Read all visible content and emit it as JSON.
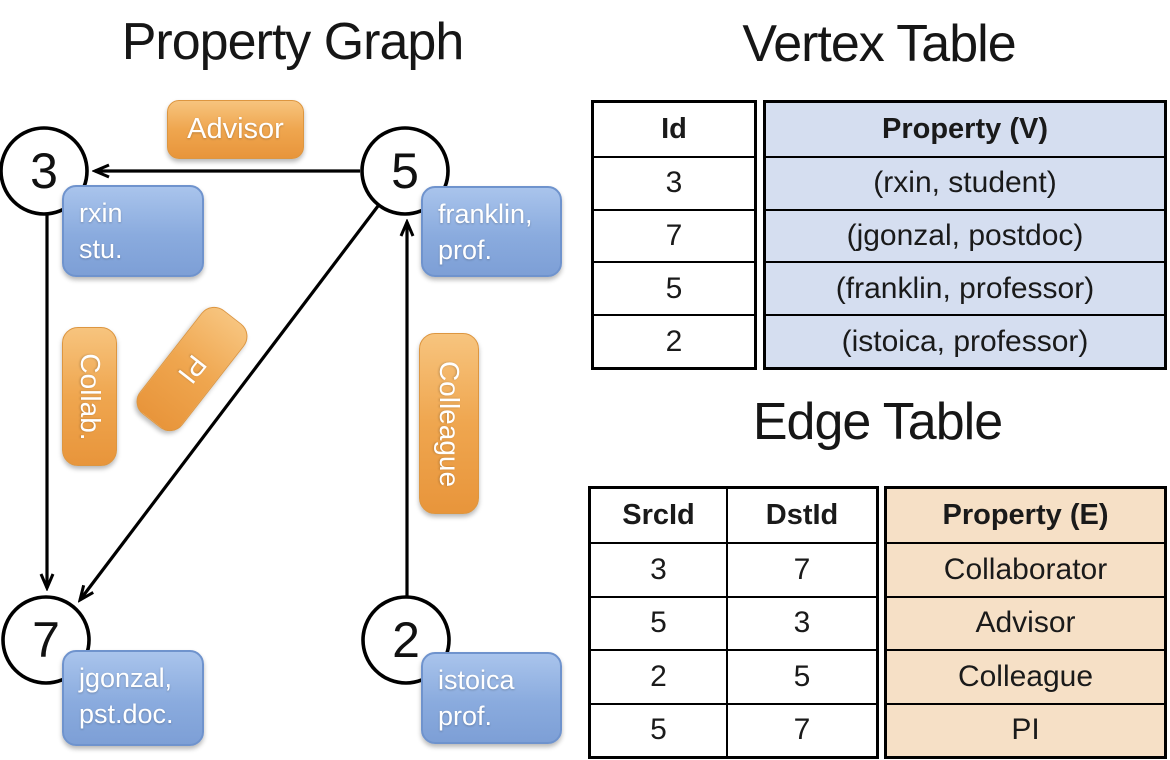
{
  "graph": {
    "title": "Property Graph",
    "nodes": [
      {
        "id": "3",
        "lines": [
          "rxin",
          "stu."
        ]
      },
      {
        "id": "5",
        "lines": [
          "franklin,",
          "prof."
        ]
      },
      {
        "id": "7",
        "lines": [
          "jgonzal,",
          "pst.doc."
        ]
      },
      {
        "id": "2",
        "lines": [
          "istoica",
          "prof."
        ]
      }
    ],
    "edges": [
      {
        "src": "5",
        "dst": "3",
        "label": "Advisor"
      },
      {
        "src": "3",
        "dst": "7",
        "label": "Collab."
      },
      {
        "src": "5",
        "dst": "7",
        "label": "PI"
      },
      {
        "src": "2",
        "dst": "5",
        "label": "Colleague"
      }
    ]
  },
  "vertex_table": {
    "title": "Vertex Table",
    "id_header": "Id",
    "property_header": "Property (V)",
    "rows": [
      {
        "id": "3",
        "property": "(rxin, student)"
      },
      {
        "id": "7",
        "property": "(jgonzal, postdoc)"
      },
      {
        "id": "5",
        "property": "(franklin, professor)"
      },
      {
        "id": "2",
        "property": "(istoica, professor)"
      }
    ]
  },
  "edge_table": {
    "title": "Edge Table",
    "src_header": "SrcId",
    "dst_header": "DstId",
    "property_header": "Property (E)",
    "rows": [
      {
        "src": "3",
        "dst": "7",
        "property": "Collaborator"
      },
      {
        "src": "5",
        "dst": "3",
        "property": "Advisor"
      },
      {
        "src": "2",
        "dst": "5",
        "property": "Colleague"
      },
      {
        "src": "5",
        "dst": "7",
        "property": "PI"
      }
    ]
  },
  "colors": {
    "edge_label_fill": "#efa64f",
    "vertex_box_fill": "#8aabde",
    "vertex_table_cell_bg": "#d5def0",
    "edge_table_cell_bg": "#f6e0c6",
    "line_color": "#000000"
  }
}
